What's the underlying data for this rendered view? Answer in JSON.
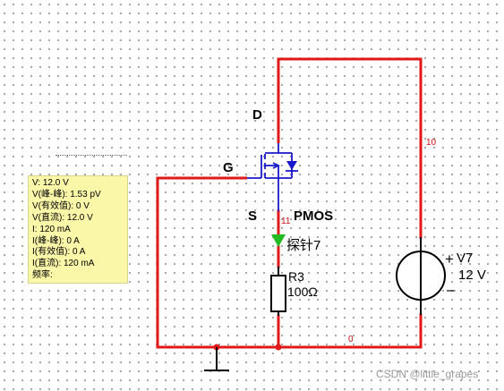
{
  "labels": {
    "drain": "D",
    "gate": "G",
    "source": "S",
    "device": "PMOS",
    "probe_name": "探针7",
    "resistor_ref": "R3",
    "resistor_value": "100Ω",
    "source_plus": "+",
    "source_ref": "V7",
    "source_value": "12 V",
    "source_minus": "–"
  },
  "nets": {
    "n10": "10",
    "n11": "11",
    "n0": "0"
  },
  "probe": {
    "lines": [
      "V: 12.0 V",
      "V(峰-峰): 1.53 pV",
      "V(有效值): 0 V",
      "V(直流): 12.0 V",
      "I: 120 mA",
      "I(峰-峰): 0 A",
      "I(有效值): 0 A",
      "I(直流): 120 mA",
      "频率:"
    ]
  },
  "watermark": "CSDN @little_grapes",
  "colors": {
    "wire": "#e01818",
    "component": "#1a1acc",
    "probe_bg": "#fbf7a9",
    "probe_arrow": "#22bb22"
  }
}
